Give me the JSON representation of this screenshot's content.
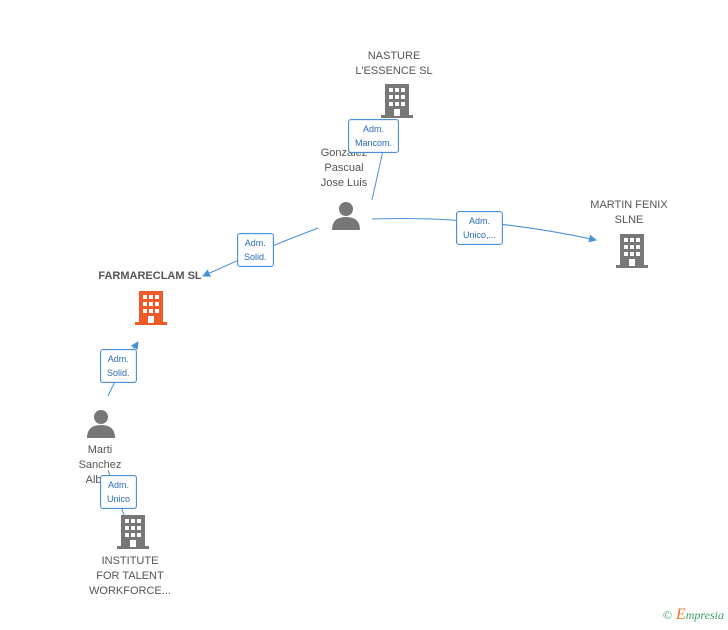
{
  "nodes": {
    "nasture": {
      "type": "company",
      "lines": [
        "NASTURE",
        "L'ESSENCE SL"
      ]
    },
    "gonzalez": {
      "type": "person",
      "lines": [
        "Gonzalez",
        "Pascual",
        "Jose Luis"
      ]
    },
    "martin_fenix": {
      "type": "company",
      "lines": [
        "MARTIN FENIX",
        "SLNE"
      ]
    },
    "farmareclam": {
      "type": "company",
      "lines": [
        "FARMARECLAM SL"
      ],
      "highlight": true
    },
    "marti": {
      "type": "person",
      "lines": [
        "Marti",
        "Sanchez",
        "Albert"
      ]
    },
    "institute": {
      "type": "company",
      "lines": [
        "INSTITUTE",
        "FOR TALENT",
        "WORKFORCE..."
      ]
    }
  },
  "edges": {
    "gonzalez_nasture": {
      "label": [
        "Adm.",
        "Mancom."
      ]
    },
    "gonzalez_martin": {
      "label": [
        "Adm.",
        "Unico,..."
      ]
    },
    "gonzalez_farmareclam": {
      "label": [
        "Adm.",
        "Solid."
      ]
    },
    "marti_farmareclam": {
      "label": [
        "Adm.",
        "Solid."
      ]
    },
    "marti_institute": {
      "label": [
        "Adm.",
        "Unico"
      ]
    }
  },
  "colors": {
    "edge": "#4a90d9",
    "company_icon": "#777777",
    "focus_icon": "#f05a28",
    "person_icon": "#777777",
    "badge_border": "#4a90d9",
    "badge_text": "#2a6bb5"
  },
  "icons": {
    "company": "building-icon",
    "person": "person-icon"
  },
  "brand": {
    "copyright": "©",
    "initial": "E",
    "rest": "mpresia"
  }
}
